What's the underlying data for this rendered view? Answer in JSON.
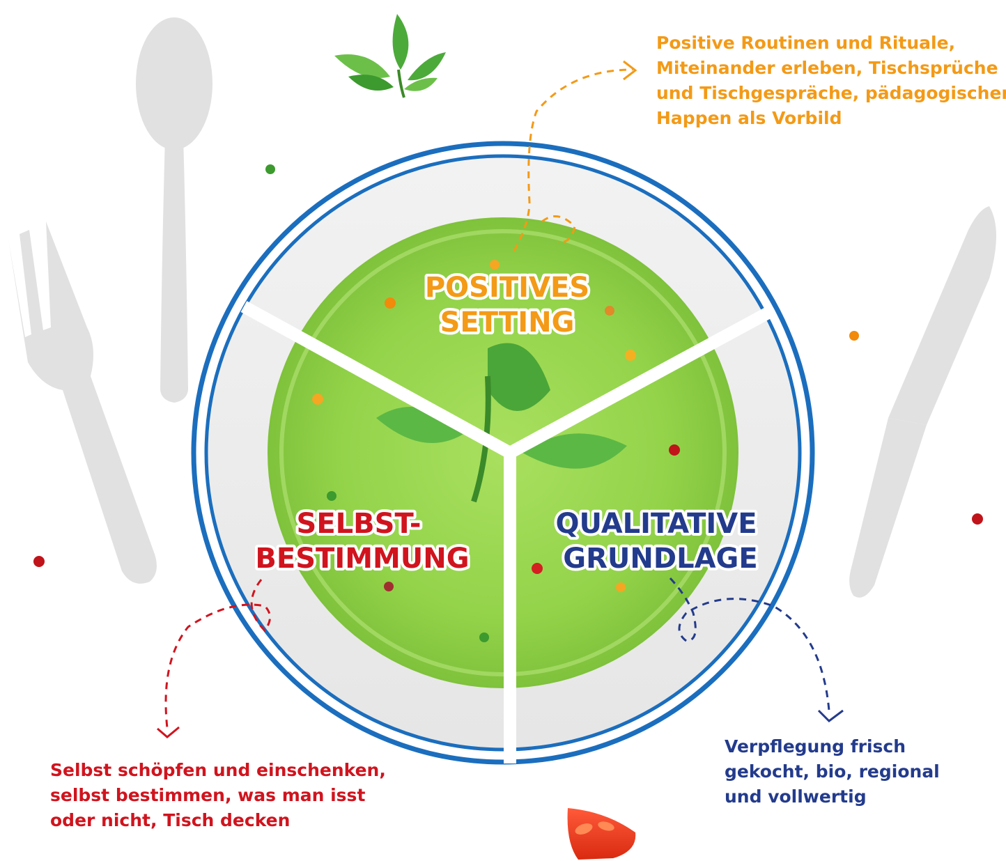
{
  "colors": {
    "positive": "#f39a17",
    "selbst": "#d0141e",
    "qualitativ": "#233b8c",
    "plate_rim": "#1b6ebe",
    "plate_center": "#8fd447",
    "cutlery": "#e1e1e1"
  },
  "segments": {
    "positive": {
      "line1": "POSITIVES",
      "line2": "SETTING"
    },
    "selbst": {
      "line1": "SELBST-",
      "line2": "BESTIMMUNG"
    },
    "qualitativ": {
      "line1": "QUALITATIVE",
      "line2": "GRUNDLAGE"
    }
  },
  "annotations": {
    "positive": [
      "Positive Routinen und Rituale,",
      "Miteinander erleben, Tischsprüche",
      "und Tischgespräche, pädagogischer",
      "Happen als Vorbild"
    ],
    "selbst": [
      "Selbst schöpfen und einschenken,",
      "selbst bestimmen, was man isst",
      "oder nicht, Tisch decken"
    ],
    "qualitativ": [
      "Verpflegung frisch",
      "gekocht, bio, regional",
      "und vollwertig"
    ]
  },
  "icons": {
    "spoon": "spoon-icon",
    "fork": "fork-icon",
    "knife": "knife-icon",
    "parsley_top": "parsley-icon",
    "parsley_plate": "parsley-icon",
    "tomato": "tomato-slice-icon"
  }
}
